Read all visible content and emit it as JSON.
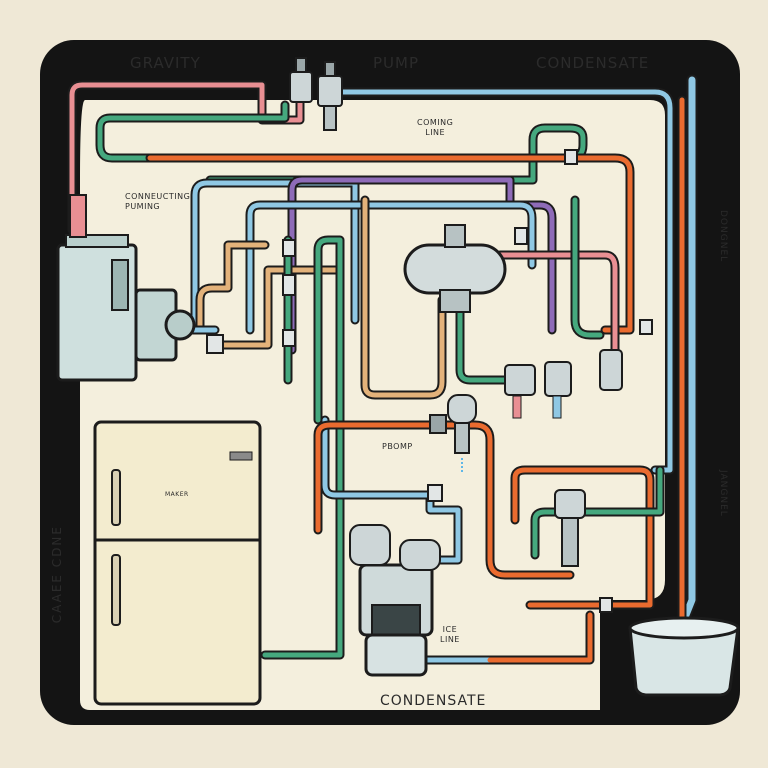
{
  "labels": {
    "gravity": "GRAVITY",
    "pump_top": "PUMP",
    "condensate_top": "CONDENSATE",
    "coming_line_1": "COMING",
    "coming_line_2": "LINE",
    "connecting_1": "CONNEUCTING",
    "connecting_2": "PUMING",
    "pbomp": "PBOMP",
    "ice_1": "ICE",
    "ice_2": "LINE",
    "fridge_badge": "MAKER",
    "condensate_bottom": "CONDENSATE",
    "left_vertical": "CAAEE CDNE",
    "right_vertical_top": "DONGNEL",
    "right_vertical_bottom": "JANGNEL"
  },
  "colors": {
    "background": "#efe8d6",
    "frame": "#141414",
    "panel": "#f4efdd",
    "pipe_blue": "#8fc8e4",
    "pipe_green": "#45a87e",
    "pipe_orange": "#ea6b2f",
    "pipe_pink": "#e98f93",
    "pipe_tan": "#e3b27a",
    "pipe_purple": "#8e6bb8",
    "appliance": "#cfe0de",
    "fridge": "#f3eccf"
  }
}
